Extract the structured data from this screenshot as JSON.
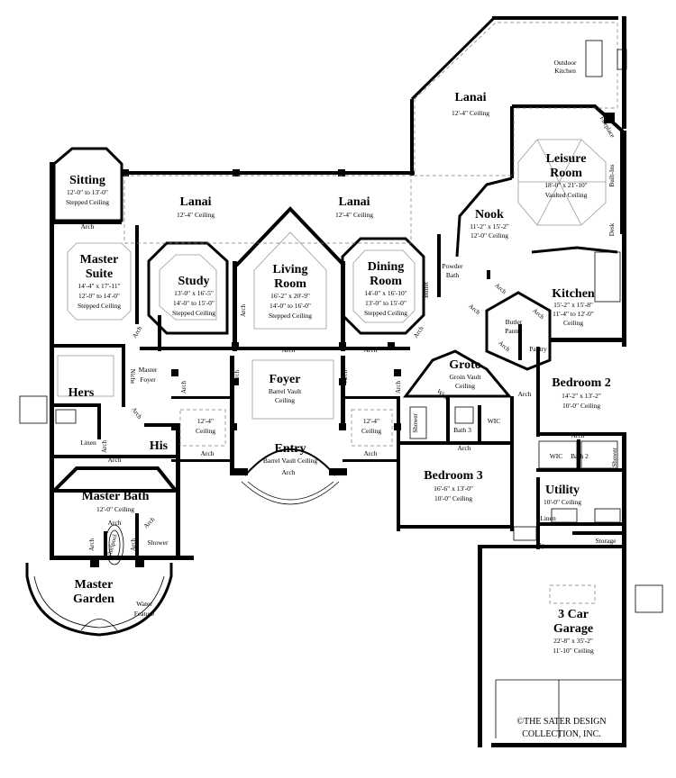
{
  "rooms": {
    "lanai_top": {
      "name": "Lanai",
      "ceiling": "12'-4\" Ceiling"
    },
    "outdoor_kitchen": {
      "line1": "Outdoor",
      "line2": "Kitchen"
    },
    "leisure": {
      "name1": "Leisure",
      "name2": "Room",
      "dims": "18'-0\" x 21'-10\"",
      "ceiling": "Vaulted Ceiling"
    },
    "fireplace": {
      "label": "Fireplace"
    },
    "builtins": {
      "label": "Built-Ins"
    },
    "desk": {
      "label": "Desk"
    },
    "sitting": {
      "name": "Sitting",
      "ceiling1": "12'-0\" to 13'-0\"",
      "ceiling2": "Stepped Ceiling"
    },
    "lanai_left": {
      "name": "Lanai",
      "ceiling": "12'-4\" Ceiling"
    },
    "lanai_mid": {
      "name": "Lanai",
      "ceiling": "12'-4\" Ceiling"
    },
    "nook": {
      "name": "Nook",
      "dims": "11'-2\" x 15'-2\"",
      "ceiling": "12'-0\" Ceiling"
    },
    "master_suite": {
      "name1": "Master",
      "name2": "Suite",
      "dims": "14'-4\" x 17'-11\"",
      "ceiling1": "12'-0\" to 14'-0\"",
      "ceiling2": "Stepped Ceiling"
    },
    "study": {
      "name": "Study",
      "dims": "13'-0\" x 16'-5\"",
      "ceiling1": "14'-0\" to 15'-0\"",
      "ceiling2": "Stepped Ceiling"
    },
    "living": {
      "name1": "Living",
      "name2": "Room",
      "dims": "16'-2\" x 20'-9\"",
      "ceiling1": "14'-0\" to 16'-0\"",
      "ceiling2": "Stepped Ceiling"
    },
    "dining": {
      "name1": "Dining",
      "name2": "Room",
      "dims": "14'-0\" x 16'-10\"",
      "ceiling1": "13'-0\" to 15'-0\"",
      "ceiling2": "Stepped Ceiling"
    },
    "powder": {
      "name1": "Powder",
      "name2": "Bath"
    },
    "buffet": {
      "label": "Buffet"
    },
    "kitchen": {
      "name": "Kitchen",
      "dims": "15'-2\" x 15'-8\"",
      "ceiling1": "11'-4\" to 12'-0\"",
      "ceiling2": "Ceiling"
    },
    "butler": {
      "name1": "Butler",
      "name2": "Pantry"
    },
    "pantry": {
      "name": "Pantry"
    },
    "master_foyer": {
      "name1": "Master",
      "name2": "Foyer"
    },
    "niche": {
      "label": "Niche"
    },
    "hers": {
      "name": "Hers"
    },
    "his": {
      "name": "His"
    },
    "linen_left": {
      "name": "Linen"
    },
    "foyer": {
      "name": "Foyer",
      "ceiling1": "Barrel Vault",
      "ceiling2": "Ceiling"
    },
    "groto": {
      "name": "Groto",
      "ceiling1": "Groin Vault",
      "ceiling2": "Ceiling"
    },
    "wine": {
      "label": "Wine"
    },
    "bedroom2": {
      "name": "Bedroom 2",
      "dims": "14'-2\" x 13'-2\"",
      "ceiling": "10'-0\" Ceiling"
    },
    "gallery_left": {
      "ceiling1": "12'-4\"",
      "ceiling2": "Ceiling"
    },
    "gallery_right": {
      "ceiling1": "12'-4\"",
      "ceiling2": "Ceiling"
    },
    "shower_b3": {
      "name": "Shower"
    },
    "wic_b3": {
      "name": "WIC"
    },
    "bath3": {
      "name": "Bath 3"
    },
    "entry": {
      "name": "Entry",
      "ceiling": "Barrel Vault Ceiling"
    },
    "wic_b2": {
      "name": "WIC"
    },
    "bath2": {
      "name": "Bath 2"
    },
    "shower_b2": {
      "name": "Shower"
    },
    "bedroom3": {
      "name": "Bedroom 3",
      "dims": "16'-6\" x 13'-0\"",
      "ceiling": "10'-0\" Ceiling"
    },
    "master_bath": {
      "name": "Master Bath",
      "ceiling": "12'-0\" Ceiling"
    },
    "utility": {
      "name": "Utility",
      "ceiling": "10'-0\" Ceiling"
    },
    "linen_right": {
      "name": "Linen"
    },
    "whirlpool": {
      "label": "Whirlpool"
    },
    "shower_master": {
      "name": "Shower"
    },
    "storage": {
      "name": "Storage"
    },
    "up": {
      "label": "Up"
    },
    "master_garden": {
      "name1": "Master",
      "name2": "Garden"
    },
    "water_feature": {
      "line1": "Water",
      "line2": "Feature"
    },
    "garage": {
      "name1": "3 Car",
      "name2": "Garage",
      "dims": "22'-8\" x 35'-2\"",
      "ceiling": "11'-10\" Ceiling"
    }
  },
  "arch_label": "Arch",
  "copyright": {
    "line1": "©THE SATER DESIGN",
    "line2": "COLLECTION, INC."
  }
}
